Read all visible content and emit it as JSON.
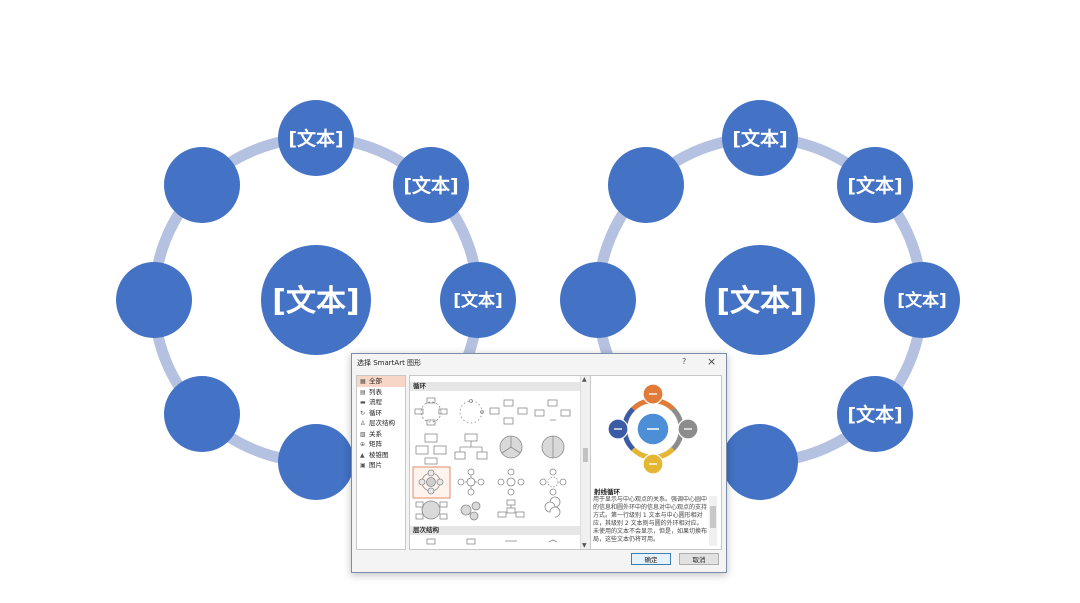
{
  "slide": {
    "placeholder": "[文本]",
    "colors": {
      "circle": "#4472C4",
      "ring": "#B4C1E0",
      "text": "#FFFFFF"
    }
  },
  "dialog": {
    "title": "选择 SmartArt 图形",
    "help_glyph": "?",
    "close_glyph": "×",
    "categories": [
      {
        "label": "全部",
        "icon": "grid-icon",
        "selected": true
      },
      {
        "label": "列表",
        "icon": "list-icon"
      },
      {
        "label": "流程",
        "icon": "process-icon"
      },
      {
        "label": "循环",
        "icon": "cycle-icon"
      },
      {
        "label": "层次结构",
        "icon": "hierarchy-icon"
      },
      {
        "label": "关系",
        "icon": "relationship-icon"
      },
      {
        "label": "矩阵",
        "icon": "matrix-icon"
      },
      {
        "label": "棱锥图",
        "icon": "pyramid-icon"
      },
      {
        "label": "图片",
        "icon": "picture-icon"
      }
    ],
    "gallery": {
      "sections": [
        "循环",
        "层次结构"
      ]
    },
    "preview": {
      "title": "射线循环",
      "description": "用于显示与中心观点的关系。强调中心圆中的信息和圆外环中的信息对中心观点的支持方式。第一行级别 1 文本与中心圆形相对应，其级别 2 文本则与圆的外环相对应。未使用的文本不会显示，但是，如果切换布局，这些文本仍将可用。"
    },
    "buttons": {
      "ok": "确定",
      "cancel": "取消"
    }
  }
}
